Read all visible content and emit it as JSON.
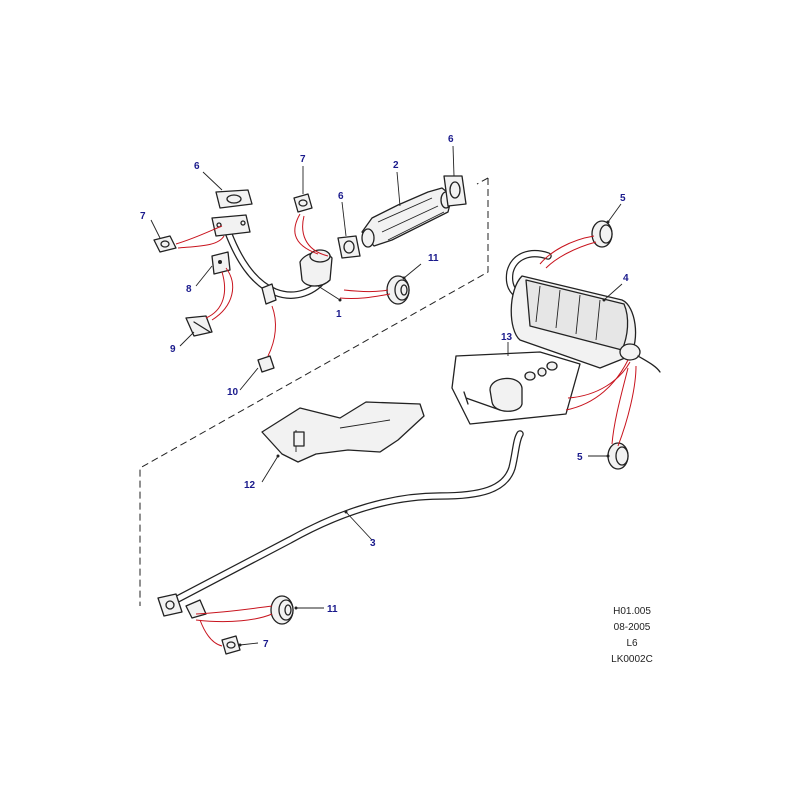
{
  "callouts": {
    "c1": "1",
    "c2": "2",
    "c3": "3",
    "c4": "4",
    "c5a": "5",
    "c5b": "5",
    "c6a": "6",
    "c6b": "6",
    "c6c": "6",
    "c7a": "7",
    "c7b": "7",
    "c7c": "7",
    "c8": "8",
    "c9": "9",
    "c10": "10",
    "c11a": "11",
    "c11b": "11",
    "c12": "12",
    "c13": "13"
  },
  "reference_block": {
    "line1": "H01.005",
    "line2": "08-2005",
    "line3": "L6",
    "line4": "LK0002C"
  },
  "colors": {
    "callout_text": "#1a1a8c",
    "leader_red": "#c8141e",
    "line_art": "#222222",
    "background": "#ffffff"
  }
}
